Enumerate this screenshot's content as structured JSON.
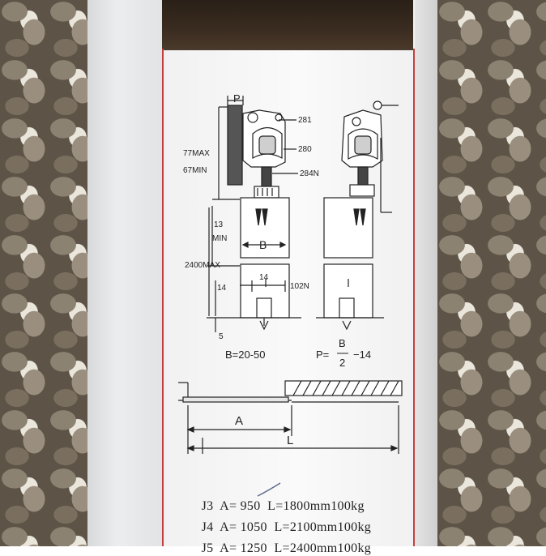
{
  "labels": {
    "p": "P",
    "part_281": "281",
    "part_280": "280",
    "part_284n": "284N",
    "dim_77max": "77MAX",
    "dim_67min": "67MIN",
    "dim_13": "13",
    "dim_min": "MIN",
    "b": "B",
    "dim_2400max": "2400MAX",
    "dim_14a": "14",
    "dim_14b": "14",
    "part_102n": "102N",
    "dim_5": "5",
    "b_range": "B=20-50",
    "p_formula_lhs": "P=",
    "p_formula_num": "B",
    "p_formula_den": "2",
    "p_formula_rhs": "−14",
    "track_a": "A",
    "track_l": "L"
  },
  "specs": [
    {
      "model": "J3",
      "a": "A= 950",
      "l": "L=1800mm100kg"
    },
    {
      "model": "J4",
      "a": "A= 1050",
      "l": "L=2100mm100kg"
    },
    {
      "model": "J5",
      "a": "A= 1250",
      "l": "L=2400mm100kg"
    }
  ]
}
